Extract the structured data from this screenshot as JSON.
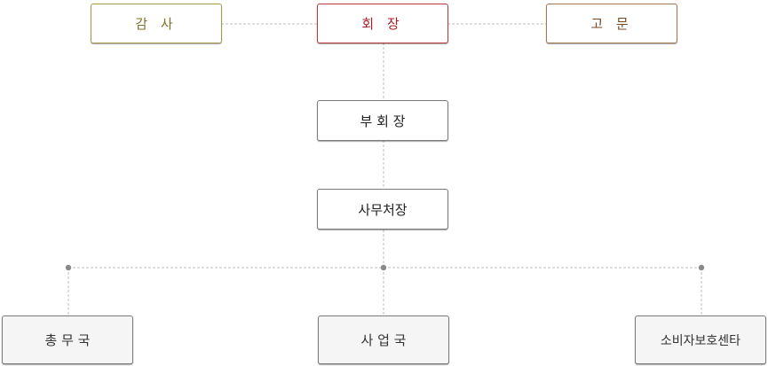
{
  "org_chart": {
    "top_left": {
      "label": "감 사",
      "color": "#7a7326",
      "border": "#a39a50"
    },
    "top_center": {
      "label": "회 장",
      "color": "#a3232a",
      "border": "#b53a3f"
    },
    "top_right": {
      "label": "고 문",
      "color": "#7a4a24",
      "border": "#a07a55"
    },
    "middle1": {
      "label": "부 회 장"
    },
    "middle2": {
      "label": "사무처장"
    },
    "bottom_left": {
      "label": "총 무 국"
    },
    "bottom_center": {
      "label": "사 업 국"
    },
    "bottom_right": {
      "label": "소비자보호센타"
    },
    "line_color": "#bbbbbb",
    "dot_color": "#888888"
  }
}
